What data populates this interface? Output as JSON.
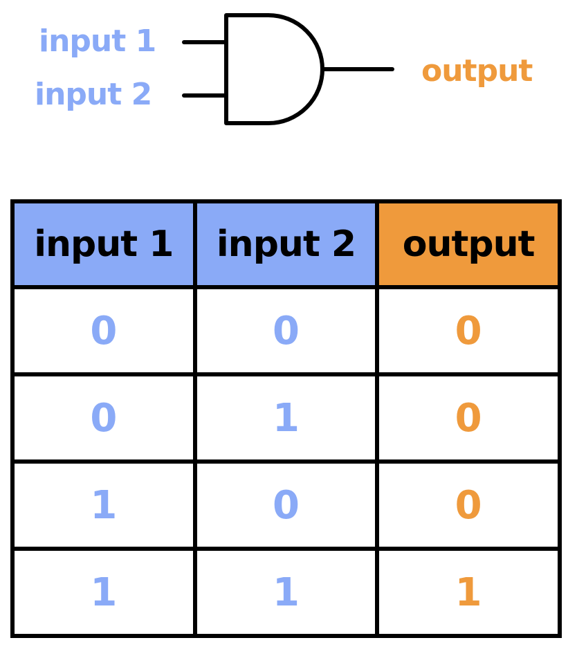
{
  "colors": {
    "input": "#8aaaf7",
    "output": "#ef9a3c",
    "line": "#000000"
  },
  "gate": {
    "input1_label": "input 1",
    "input2_label": "input 2",
    "output_label": "output"
  },
  "table": {
    "headers": [
      "input 1",
      "input 2",
      "output"
    ],
    "rows": [
      [
        "0",
        "0",
        "0"
      ],
      [
        "0",
        "1",
        "0"
      ],
      [
        "1",
        "0",
        "0"
      ],
      [
        "1",
        "1",
        "1"
      ]
    ]
  }
}
